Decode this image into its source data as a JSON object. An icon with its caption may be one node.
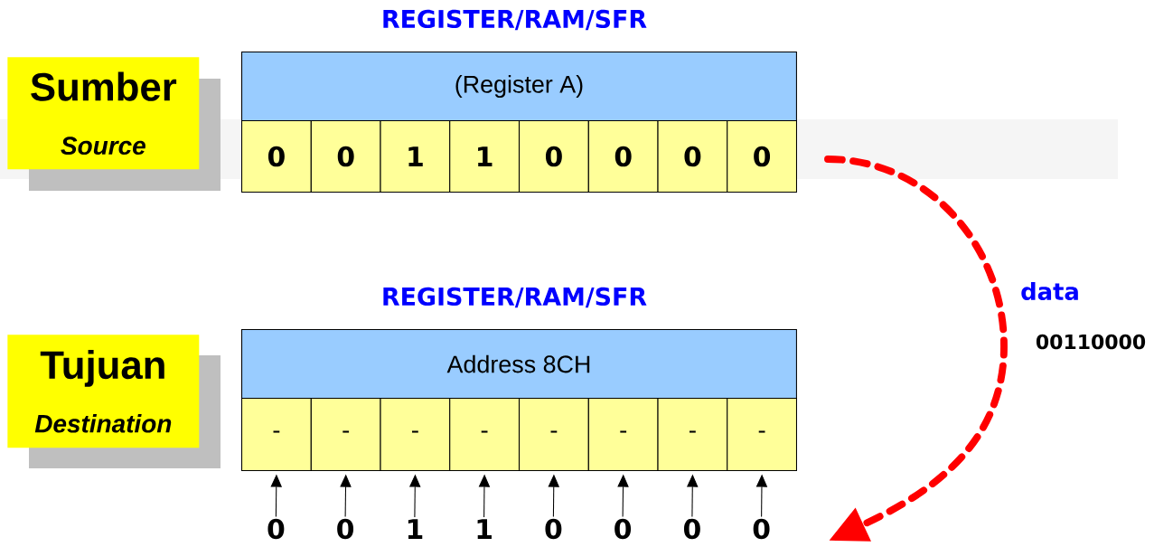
{
  "diagram": {
    "nodes": [
      {
        "text": [
          "Sumber",
          "Source"
        ]
      },
      {
        "text": [
          "(Register A)"
        ],
        "beside": [
          "REGISTER/RAM/SFR"
        ]
      },
      {
        "text": [
          "0"
        ]
      },
      {
        "text": [
          "0"
        ]
      },
      {
        "text": [
          "1"
        ]
      },
      {
        "text": [
          "1"
        ]
      },
      {
        "text": [
          "0"
        ]
      },
      {
        "text": [
          "0"
        ]
      },
      {
        "text": [
          "0"
        ]
      },
      {
        "text": [
          "0"
        ]
      },
      {
        "text": [
          "Tujuan",
          "Destination"
        ]
      },
      {
        "text": [
          "Address 8CH"
        ],
        "beside": [
          "REGISTER/RAM/SFR"
        ]
      },
      {
        "text": [
          "-"
        ]
      },
      {
        "text": [
          "-"
        ]
      },
      {
        "text": [
          "-"
        ]
      },
      {
        "text": [
          "-"
        ]
      },
      {
        "text": [
          "-"
        ]
      },
      {
        "text": [
          "-"
        ]
      },
      {
        "text": [
          "-"
        ]
      },
      {
        "text": [
          "-"
        ]
      },
      {
        "text": [
          "0"
        ]
      },
      {
        "text": [
          "0"
        ]
      },
      {
        "text": [
          "1"
        ]
      },
      {
        "text": [
          "1"
        ]
      },
      {
        "text": [
          "0"
        ]
      },
      {
        "text": [
          "0"
        ]
      },
      {
        "text": [
          "0"
        ]
      },
      {
        "text": [
          "0"
        ]
      }
    ],
    "edges": [
      {
        "from": 20,
        "to": 12,
        "arrow": "to"
      },
      {
        "from": 21,
        "to": 13,
        "arrow": "to"
      },
      {
        "from": 22,
        "to": 14,
        "arrow": "to"
      },
      {
        "from": 23,
        "to": 15,
        "arrow": "to"
      },
      {
        "from": 24,
        "to": 16,
        "arrow": "to"
      },
      {
        "from": 25,
        "to": 17,
        "arrow": "to"
      },
      {
        "from": 26,
        "to": 18,
        "arrow": "to"
      },
      {
        "from": 27,
        "to": 19,
        "arrow": "to"
      },
      {
        "from": 9,
        "to": 27,
        "arrow": "to",
        "style": "dashed",
        "color": "#ff0000"
      }
    ],
    "labels": [
      "data",
      "00110000"
    ]
  }
}
